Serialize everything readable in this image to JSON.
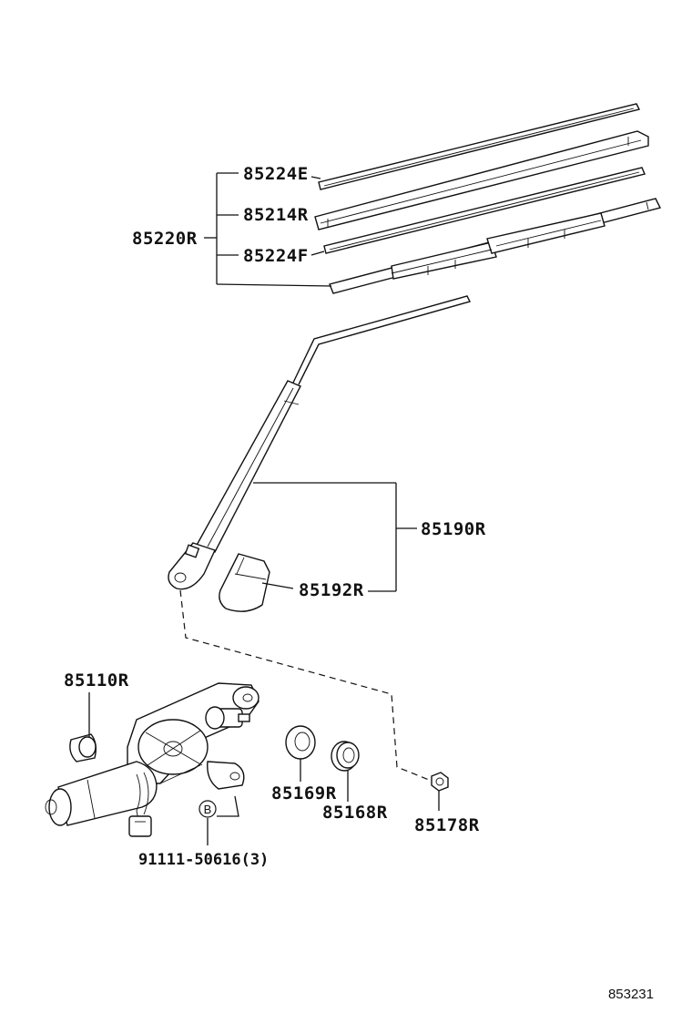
{
  "labels": {
    "p85224E": "85224E",
    "p85214R": "85214R",
    "p85220R": "85220R",
    "p85224F": "85224F",
    "p85190R": "85190R",
    "p85192R": "85192R",
    "p85110R": "85110R",
    "p85169R": "85169R",
    "p85168R": "85168R",
    "p85178R": "85178R",
    "bolt": "91111-50616(3)",
    "marker_b": "B"
  },
  "diagram_code": "853231"
}
